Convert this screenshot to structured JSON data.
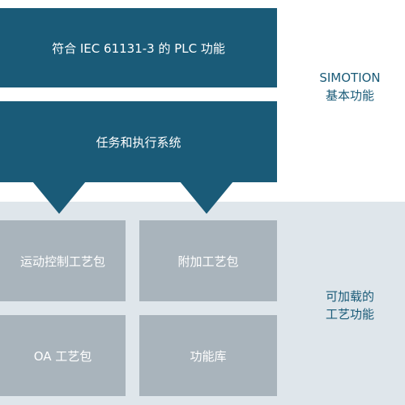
{
  "top_section": {
    "box1_label": "符合 IEC 61131-3 的 PLC 功能",
    "box2_label": "任务和执行系统",
    "side_line1": "SIMOTION",
    "side_line2": "基本功能"
  },
  "bottom_section": {
    "boxes": [
      "运动控制工艺包",
      "附加工艺包",
      "OA 工艺包",
      "功能库"
    ],
    "side_line1": "可加载的",
    "side_line2": "工艺功能"
  },
  "colors": {
    "dark_blue": "#1a5b78",
    "grey_box": "#a9b4bc",
    "bottom_band": "#dfe6eb"
  }
}
